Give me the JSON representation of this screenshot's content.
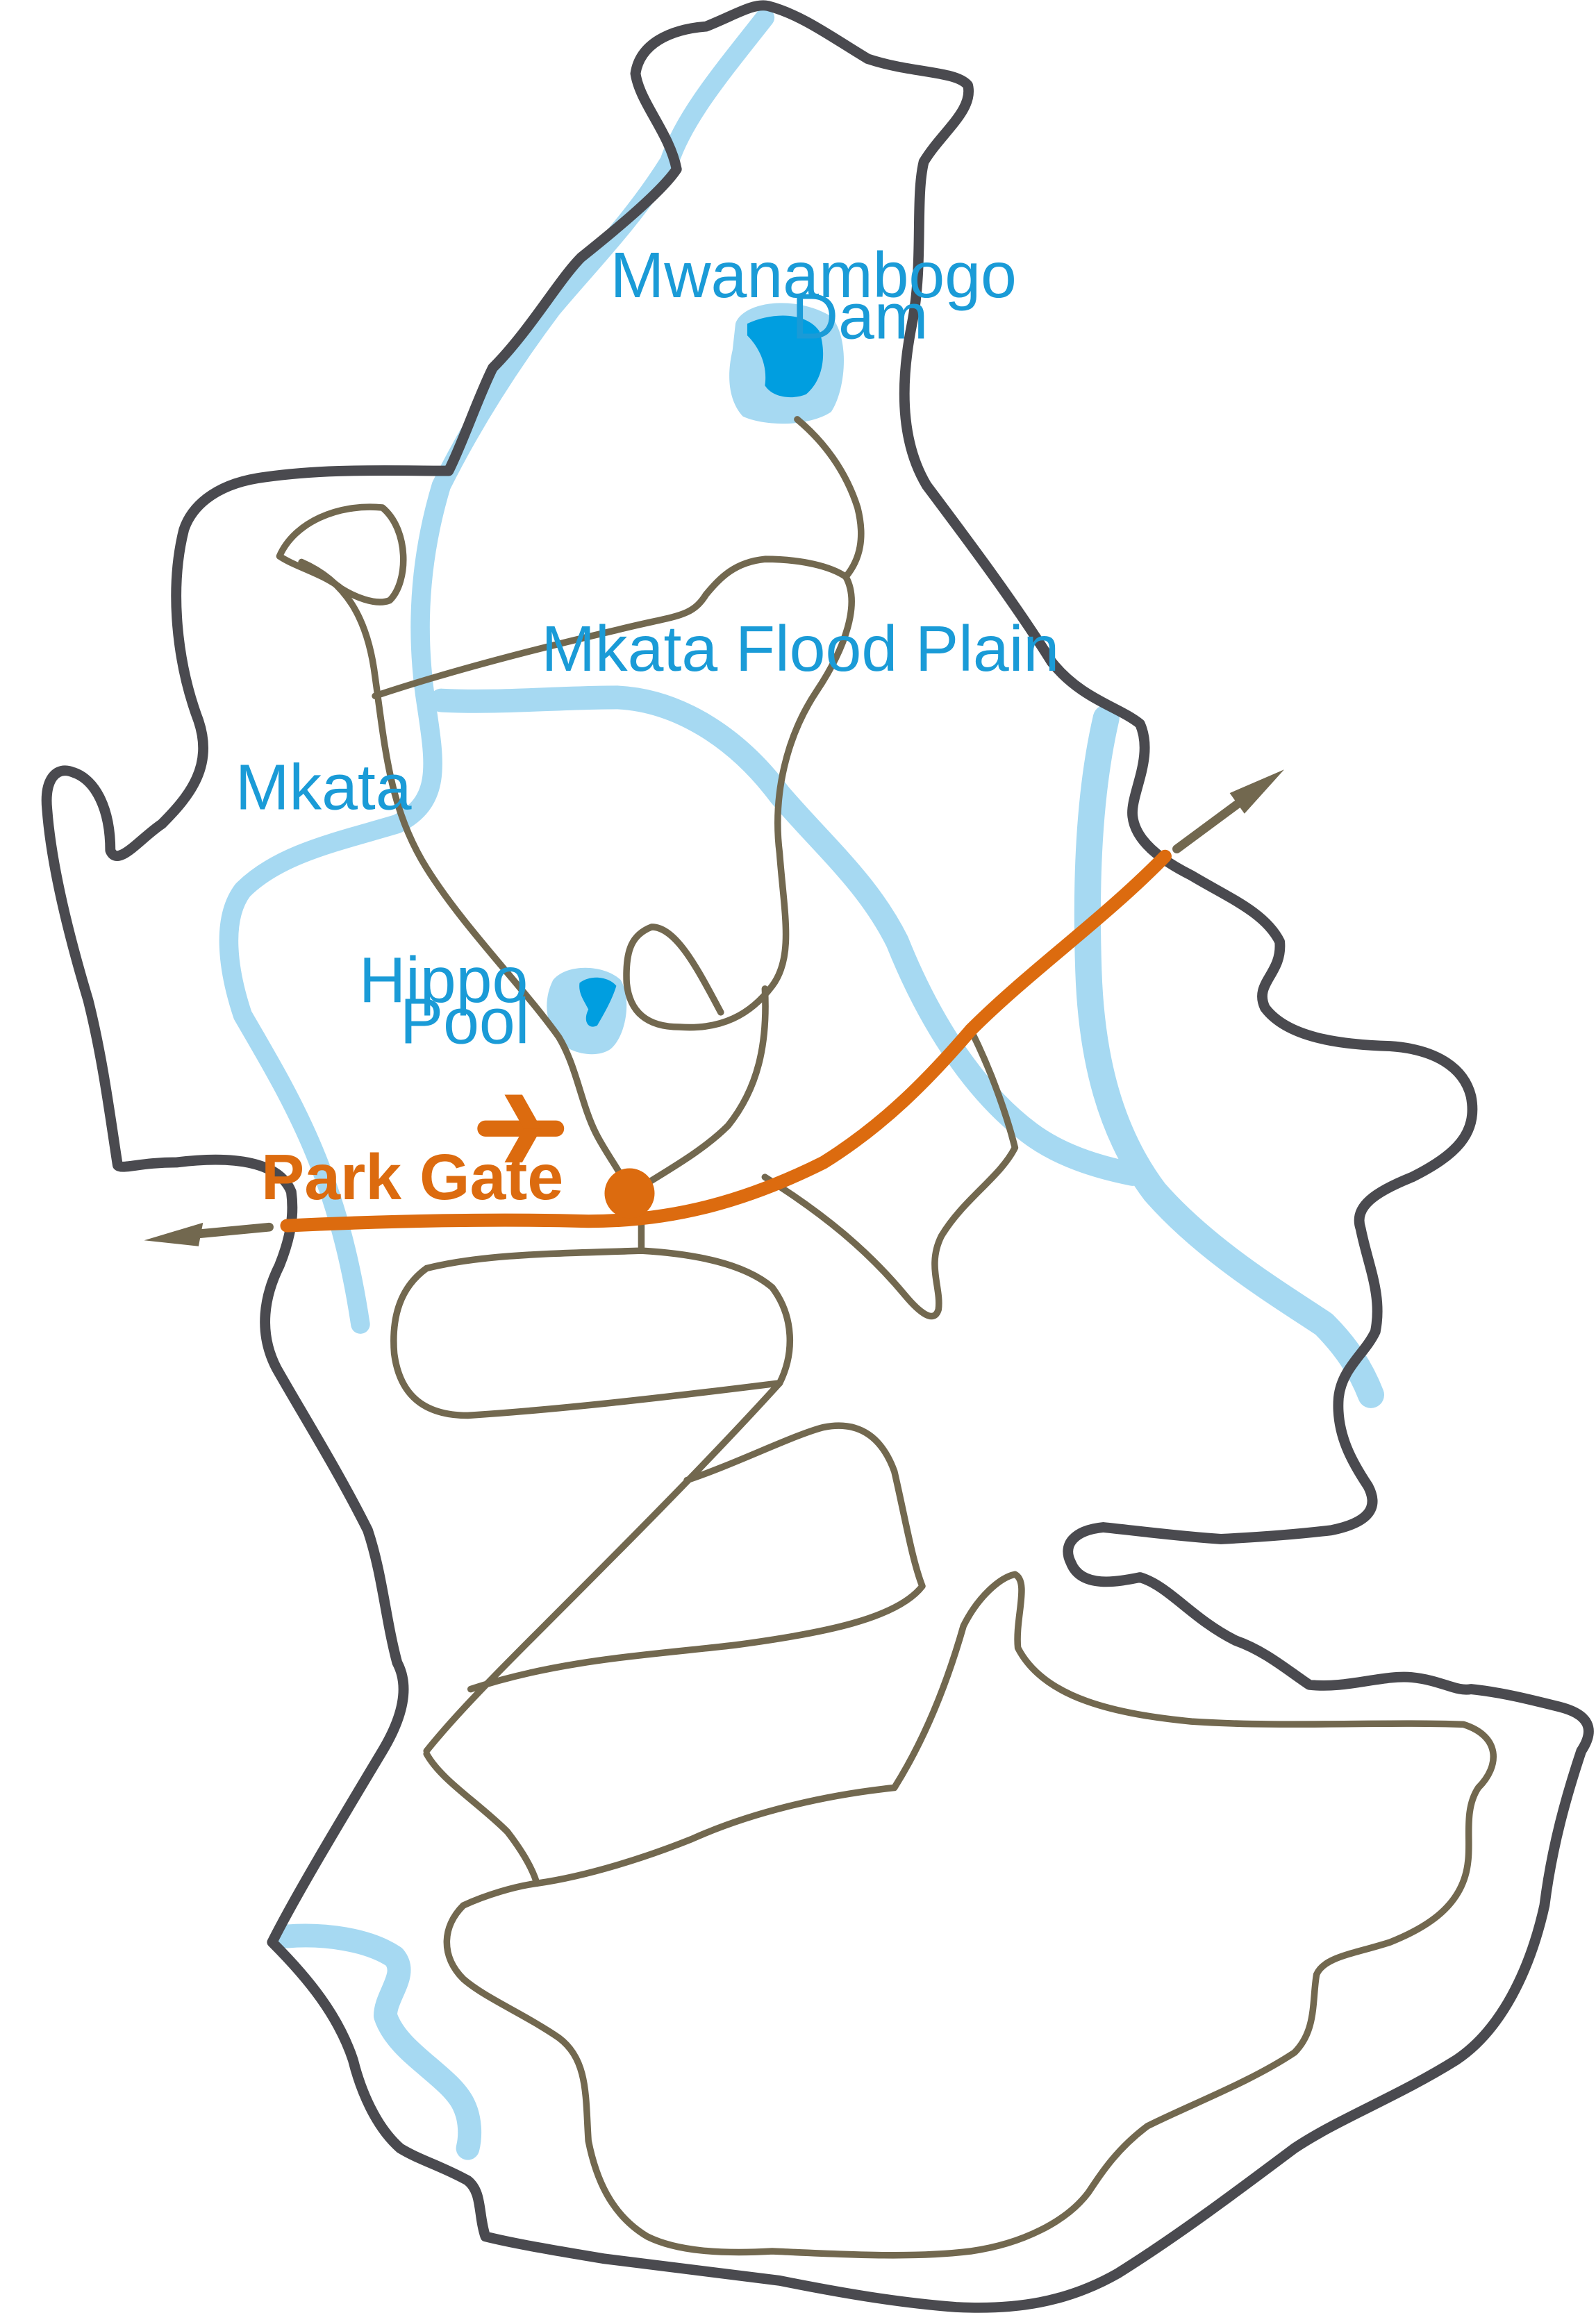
{
  "colors": {
    "boundary": "#4a4a4f",
    "track": "#72684f",
    "river": "#a6d9f2",
    "water": "#009ee0",
    "label_water": "#1a9bd7",
    "main_road": "#dc6b0f",
    "arrow": "#72684f",
    "background": "#ffffff"
  },
  "labels": {
    "dam_line1": "Mwanambogo",
    "dam_line2": "Dam",
    "flood_plain": "Mkata Flood Plain",
    "river": "Mkata",
    "pool_line1": "Hippo",
    "pool_line2": "Pool",
    "gate": "Park Gate"
  },
  "icons": {
    "airstrip": "airplane-icon",
    "gate_marker": "circle-marker-icon",
    "road_exit_west": "arrow-left-icon",
    "road_exit_east": "arrow-right-icon"
  }
}
